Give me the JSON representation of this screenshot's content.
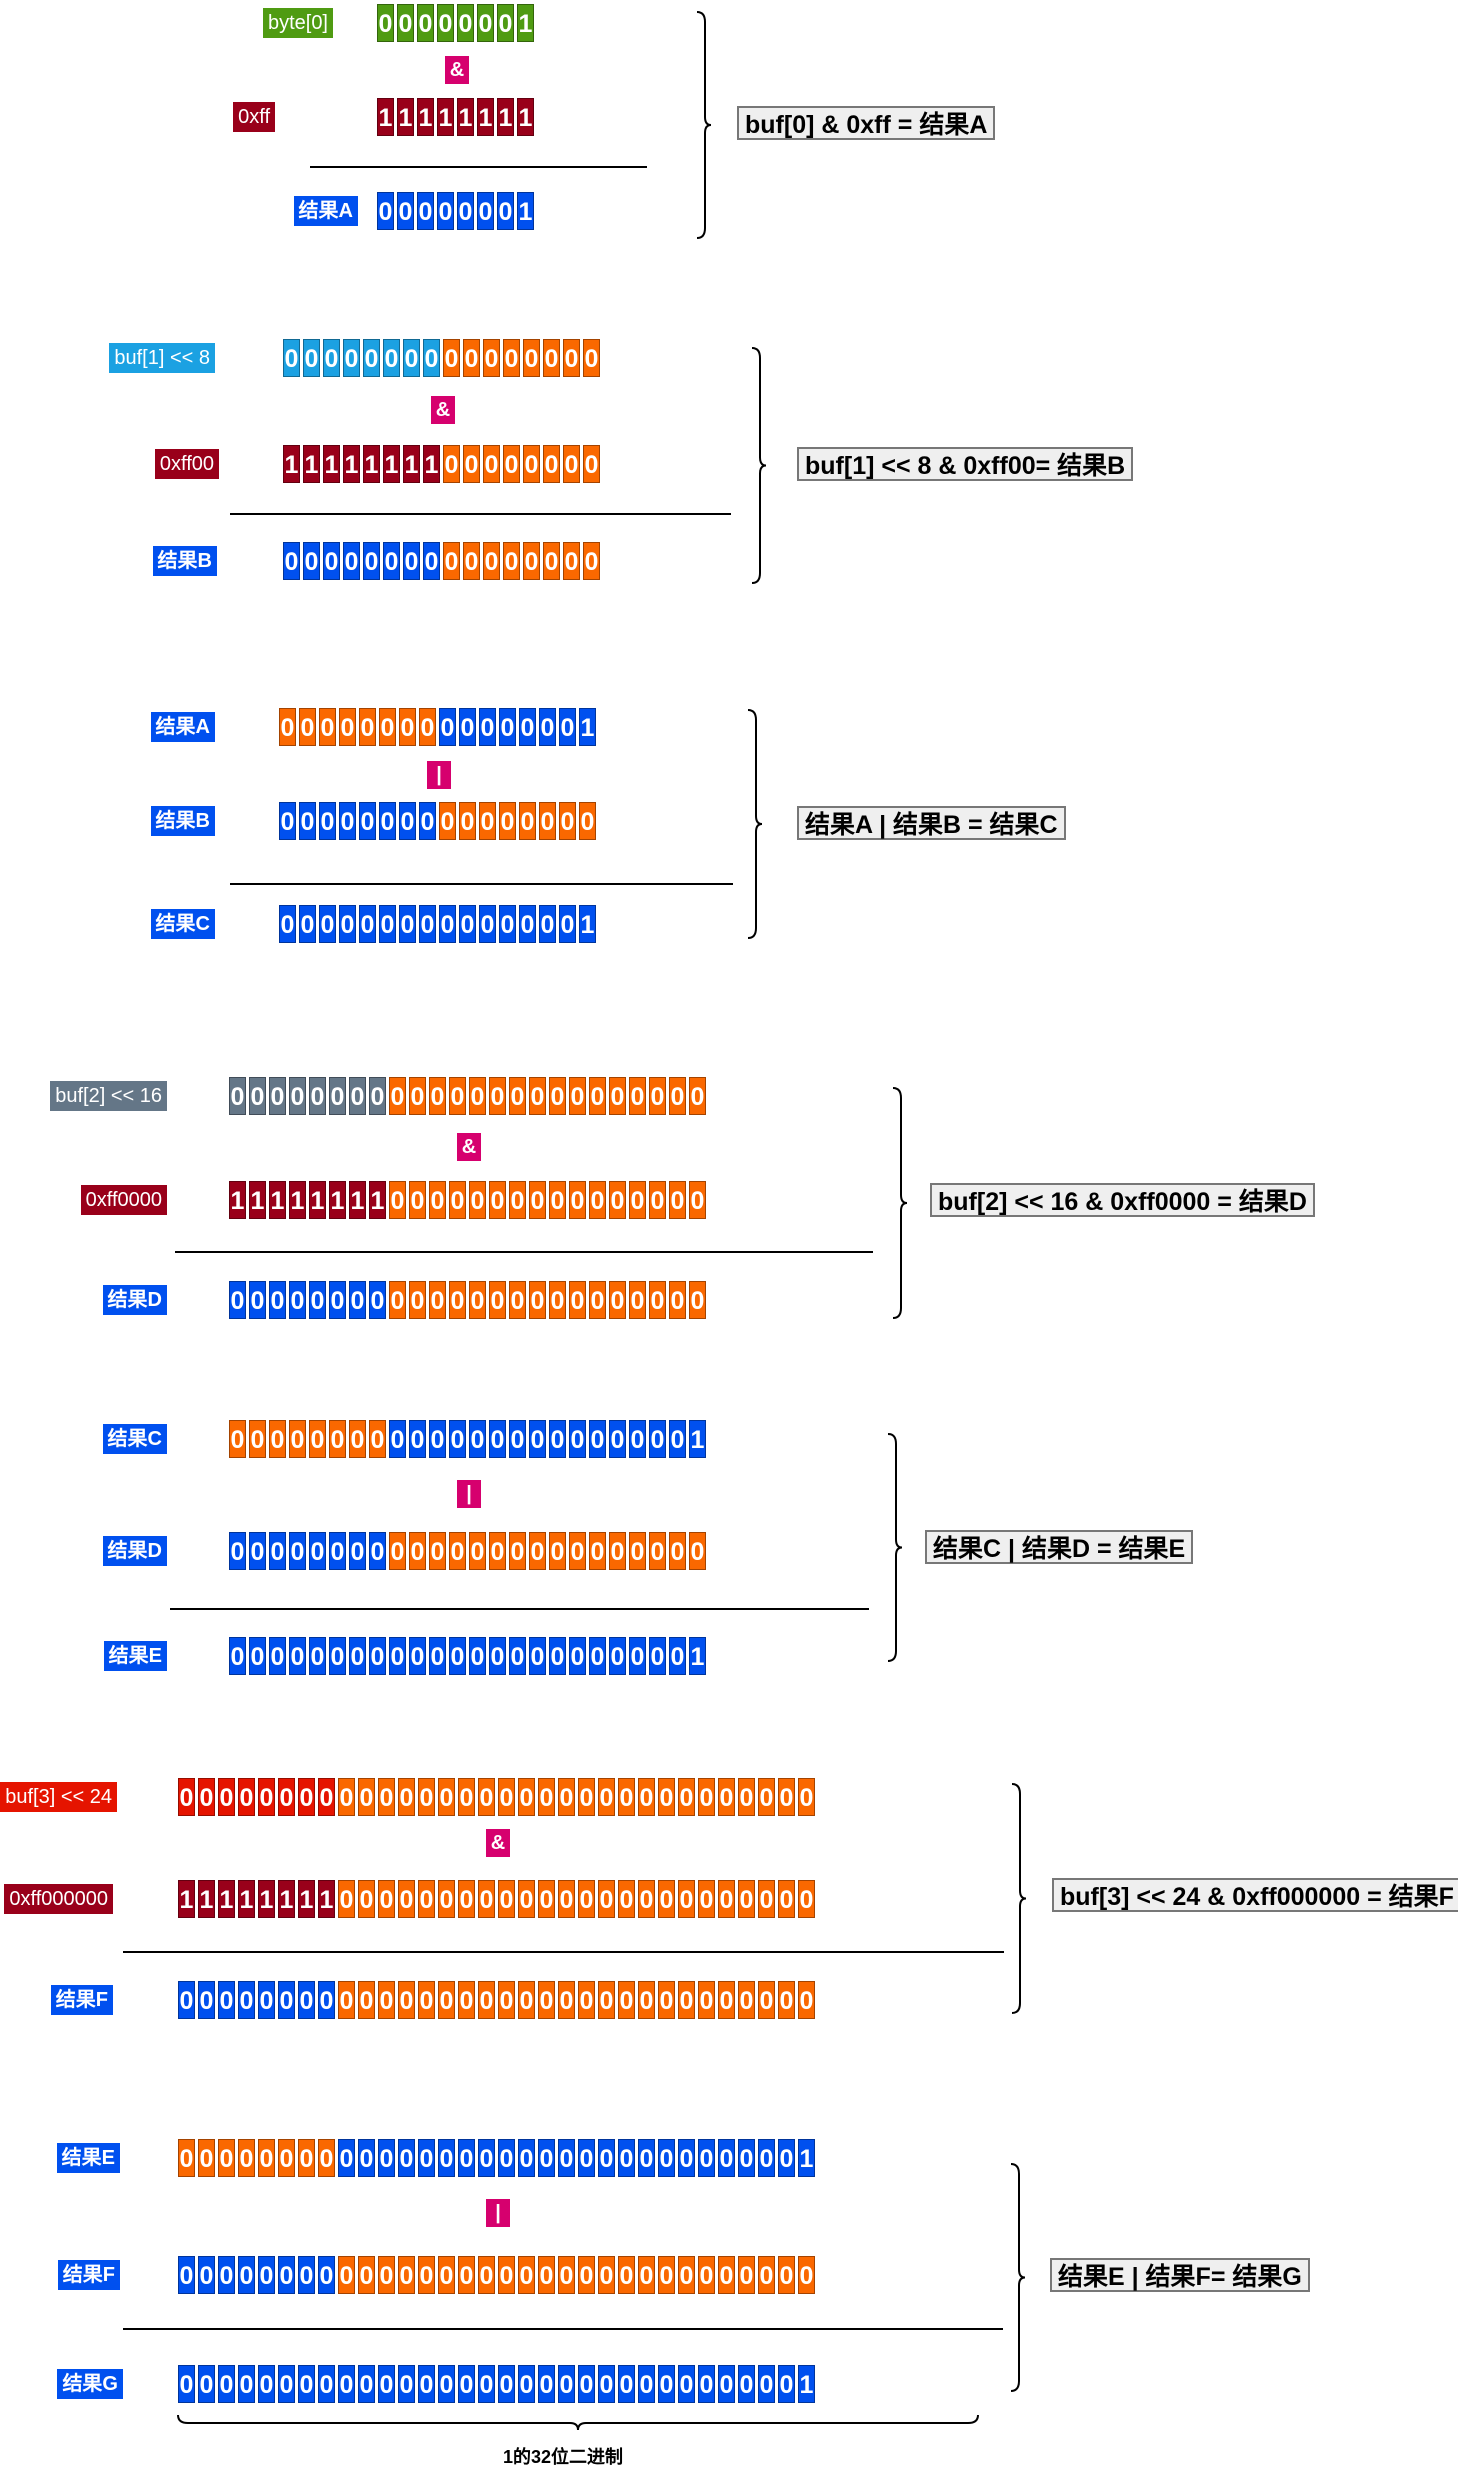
{
  "colors": {
    "green": "#4f9b12",
    "maroon": "#99001a",
    "blue": "#0050ef",
    "orange": "#fa6800",
    "lightblue": "#1ba1e2",
    "slate": "#647687",
    "red": "#e51400",
    "operator": "#d6006e"
  },
  "blocks": [
    {
      "rows": [
        {
          "label": "byte[0]",
          "label_color": "green",
          "segments": [
            {
              "color": "green",
              "bits": "00000001"
            }
          ]
        },
        {
          "label": "0xff",
          "label_color": "maroon",
          "segments": [
            {
              "color": "maroon",
              "bits": "11111111"
            }
          ]
        },
        {
          "label": "结果A",
          "label_color": "blue",
          "segments": [
            {
              "color": "blue",
              "bits": "00000001"
            }
          ]
        }
      ],
      "operator": "&",
      "result_text": "buf[0] & 0xff = 结果A"
    },
    {
      "rows": [
        {
          "label": "buf[1] << 8",
          "label_color": "lightblue",
          "segments": [
            {
              "color": "lightblue",
              "bits": "00000000"
            },
            {
              "color": "orange",
              "bits": "00000000"
            }
          ]
        },
        {
          "label": "0xff00",
          "label_color": "maroon",
          "segments": [
            {
              "color": "maroon",
              "bits": "11111111"
            },
            {
              "color": "orange",
              "bits": "00000000"
            }
          ]
        },
        {
          "label": "结果B",
          "label_color": "blue",
          "segments": [
            {
              "color": "blue",
              "bits": "00000000"
            },
            {
              "color": "orange",
              "bits": "00000000"
            }
          ]
        }
      ],
      "operator": "&",
      "result_text": "buf[1] << 8 & 0xff00= 结果B"
    },
    {
      "rows": [
        {
          "label": "结果A",
          "label_color": "blue",
          "segments": [
            {
              "color": "orange",
              "bits": "00000000"
            },
            {
              "color": "blue",
              "bits": "00000001"
            }
          ]
        },
        {
          "label": "结果B",
          "label_color": "blue",
          "segments": [
            {
              "color": "blue",
              "bits": "00000000"
            },
            {
              "color": "orange",
              "bits": "00000000"
            }
          ]
        },
        {
          "label": "结果C",
          "label_color": "blue",
          "segments": [
            {
              "color": "blue",
              "bits": "0000000000000001"
            }
          ]
        }
      ],
      "operator": "|",
      "result_text": "结果A | 结果B = 结果C"
    },
    {
      "rows": [
        {
          "label": "buf[2] << 16",
          "label_color": "slate",
          "segments": [
            {
              "color": "slate",
              "bits": "00000000"
            },
            {
              "color": "orange",
              "bits": "0000000000000000"
            }
          ]
        },
        {
          "label": "0xff0000",
          "label_color": "maroon",
          "segments": [
            {
              "color": "maroon",
              "bits": "11111111"
            },
            {
              "color": "orange",
              "bits": "0000000000000000"
            }
          ]
        },
        {
          "label": "结果D",
          "label_color": "blue",
          "segments": [
            {
              "color": "blue",
              "bits": "00000000"
            },
            {
              "color": "orange",
              "bits": "0000000000000000"
            }
          ]
        }
      ],
      "operator": "&",
      "result_text": "buf[2] << 16 & 0xff0000 = 结果D"
    },
    {
      "rows": [
        {
          "label": "结果C",
          "label_color": "blue",
          "segments": [
            {
              "color": "orange",
              "bits": "00000000"
            },
            {
              "color": "blue",
              "bits": "0000000000000001"
            }
          ]
        },
        {
          "label": "结果D",
          "label_color": "blue",
          "segments": [
            {
              "color": "blue",
              "bits": "00000000"
            },
            {
              "color": "orange",
              "bits": "0000000000000000"
            }
          ]
        },
        {
          "label": "结果E",
          "label_color": "blue",
          "segments": [
            {
              "color": "blue",
              "bits": "000000000000000000000001"
            }
          ]
        }
      ],
      "operator": "|",
      "result_text": "结果C | 结果D = 结果E"
    },
    {
      "rows": [
        {
          "label": "buf[3] << 24",
          "label_color": "red",
          "segments": [
            {
              "color": "red",
              "bits": "00000000"
            },
            {
              "color": "orange",
              "bits": "000000000000000000000000"
            }
          ]
        },
        {
          "label": "0xff000000",
          "label_color": "maroon",
          "segments": [
            {
              "color": "maroon",
              "bits": "11111111"
            },
            {
              "color": "orange",
              "bits": "000000000000000000000000"
            }
          ]
        },
        {
          "label": "结果F",
          "label_color": "blue",
          "segments": [
            {
              "color": "blue",
              "bits": "00000000"
            },
            {
              "color": "orange",
              "bits": "000000000000000000000000"
            }
          ]
        }
      ],
      "operator": "&",
      "result_text": "buf[3] << 24 & 0xff000000 = 结果F"
    },
    {
      "rows": [
        {
          "label": "结果E",
          "label_color": "blue",
          "segments": [
            {
              "color": "orange",
              "bits": "00000000"
            },
            {
              "color": "blue",
              "bits": "000000000000000000000001"
            }
          ]
        },
        {
          "label": "结果F",
          "label_color": "blue",
          "segments": [
            {
              "color": "blue",
              "bits": "00000000"
            },
            {
              "color": "orange",
              "bits": "000000000000000000000000"
            }
          ]
        },
        {
          "label": "结果G",
          "label_color": "blue",
          "segments": [
            {
              "color": "blue",
              "bits": "00000000000000000000000000000001"
            }
          ]
        }
      ],
      "operator": "|",
      "result_text": "结果E | 结果F= 结果G"
    }
  ],
  "caption": "1的32位二进制"
}
